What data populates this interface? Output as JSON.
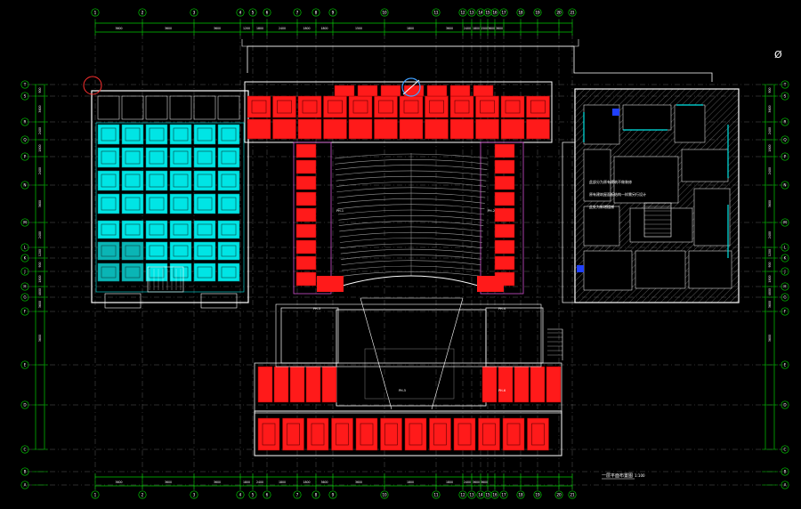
{
  "drawing": {
    "title": "一层平面布置图",
    "scale": "1:100",
    "north_symbol": "Ø"
  },
  "grid": {
    "column_labels_top": [
      "1",
      "2",
      "3",
      "4",
      "5",
      "6",
      "7",
      "8",
      "9",
      "10",
      "11",
      "12",
      "13",
      "14",
      "15",
      "16",
      "17",
      "18",
      "19",
      "20",
      "21"
    ],
    "column_labels_bottom": [
      "1",
      "2",
      "3",
      "4",
      "5",
      "6",
      "7",
      "8",
      "9",
      "10",
      "11",
      "12",
      "13",
      "14",
      "15",
      "16",
      "17",
      "18",
      "19",
      "20",
      "21"
    ],
    "row_labels_left": [
      "T",
      "S",
      "R",
      "Q",
      "P",
      "N",
      "M",
      "L",
      "K",
      "J",
      "H",
      "G",
      "F",
      "E",
      "D",
      "C",
      "B",
      "A"
    ],
    "row_labels_right": [
      "T",
      "S",
      "R",
      "Q",
      "P",
      "N",
      "M",
      "L",
      "K",
      "J",
      "H",
      "G",
      "F",
      "E",
      "D",
      "C",
      "B",
      "A"
    ],
    "dim_top": [
      "3600",
      "3600",
      "3600",
      "1200",
      "1800",
      "2400",
      "1800",
      "1800",
      "1500",
      "1800",
      "3600",
      "2400",
      "1800",
      "1500",
      "3600",
      "3600"
    ],
    "dim_bottom": [
      "3600",
      "3600",
      "3600",
      "1800",
      "2400",
      "1800",
      "1800",
      "3600",
      "3600",
      "1800",
      "1800",
      "2400",
      "3600",
      "3600"
    ],
    "dim_left": [
      "900",
      "3600",
      "2400",
      "1800",
      "2400",
      "3600",
      "2400",
      "1200",
      "900",
      "1800",
      "4800",
      "3600",
      "3600"
    ],
    "dim_right": [
      "900",
      "3600",
      "2400",
      "1800",
      "2400",
      "3600",
      "2400",
      "1200",
      "900",
      "1800",
      "4800",
      "3600",
      "3600"
    ]
  },
  "legend_colors": {
    "ceiling_left_wing": "#00e5e5",
    "ceiling_theater": "#ff1a1a",
    "walls": "#ffffff",
    "grid_lines": "#00cc00",
    "accent_magenta": "#d050d0",
    "hatch_right_wing": "#bdbdbd",
    "door_blue": "#2040ff"
  },
  "annotations": {
    "right_wing_notes": [
      "此部分为原有建筑不做装修",
      "原有建筑屋面板结构一样需另行设计",
      "此处为新增楼梯"
    ],
    "room_tags": [
      "PH-1",
      "PH-2",
      "PH-3",
      "PH-4",
      "PH-5",
      "PH-6"
    ]
  }
}
